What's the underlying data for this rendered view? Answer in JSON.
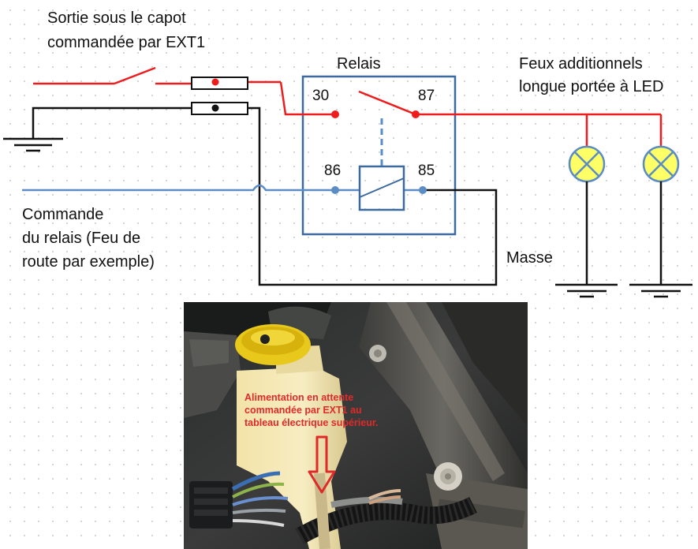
{
  "labels": {
    "sortie_line1": "Sortie sous le capot",
    "sortie_line2": "commandée par EXT1",
    "relais": "Relais",
    "feux_line1": "Feux additionnels",
    "feux_line2": "longue portée à LED",
    "commande_line1": "Commande",
    "commande_line2": "du relais (Feu de",
    "commande_line3": "route par exemple)",
    "masse": "Masse"
  },
  "pins": {
    "p30": "30",
    "p87": "87",
    "p86": "86",
    "p85": "85"
  },
  "photo": {
    "annotation_line1": "Alimentation en attente",
    "annotation_line2": "commandée par EXT1 au",
    "annotation_line3": "tableau électrique supérieur."
  },
  "colors": {
    "power": "#ee1c1c",
    "command": "#5b8cc4",
    "ground": "#111111",
    "relay_box": "#3d6a9e",
    "lamp_fill": "#ffff66",
    "annotation": "#e02a2a"
  },
  "icons": {
    "lamp": "lamp-icon",
    "ground": "ground-symbol-icon",
    "switch": "switch-icon",
    "fuse": "fuse-icon",
    "relay_coil": "relay-coil-icon",
    "arrow": "down-arrow-icon"
  }
}
